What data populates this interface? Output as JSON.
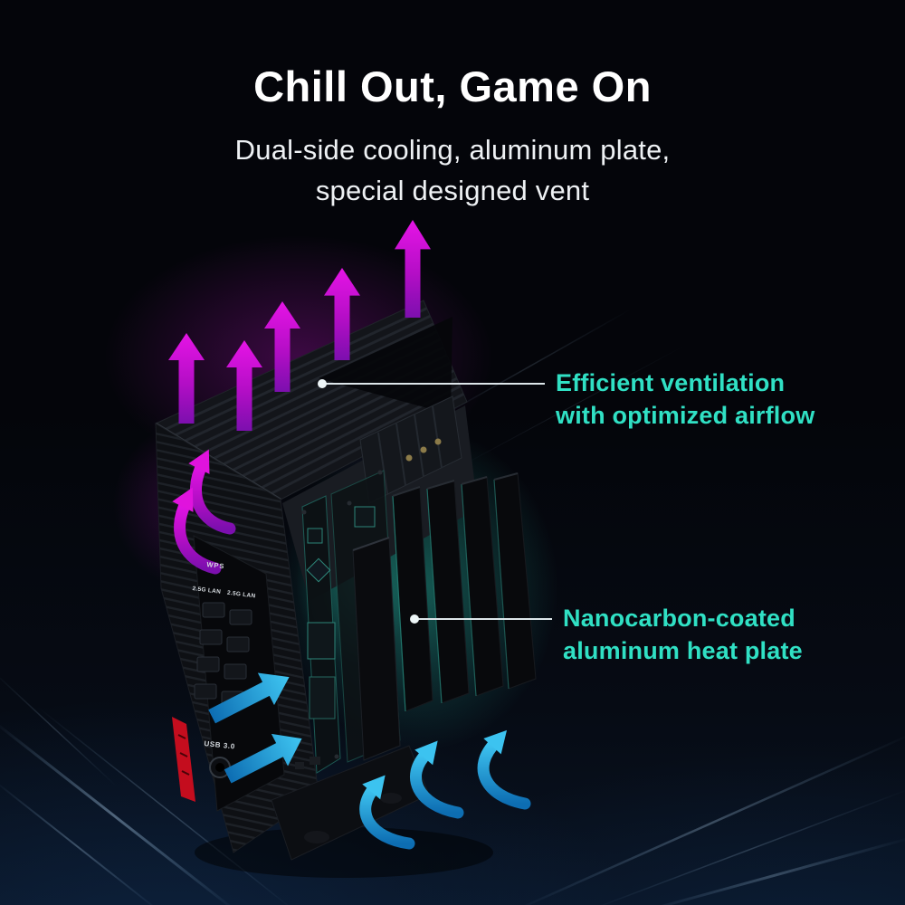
{
  "header": {
    "title": "Chill Out, Game On",
    "subtitle_line1": "Dual-side cooling, aluminum plate,",
    "subtitle_line2": "special designed vent"
  },
  "callouts": [
    {
      "name": "efficient-ventilation",
      "line1": "Efficient ventilation",
      "line2": "with optimized airflow"
    },
    {
      "name": "heat-plate",
      "line1": "Nanocarbon-coated",
      "line2": "aluminum heat plate"
    }
  ],
  "device_labels": {
    "wps": "WPS",
    "lan_left": "2.5G LAN",
    "lan_right": "2.5G LAN",
    "usb": "USB 3.0"
  },
  "colors": {
    "background_top": "#04050a",
    "background_bottom": "#0a1424",
    "title_text": "#ffffff",
    "subtitle_text": "#eef1f4",
    "callout_text": "#30e0c4",
    "arrow_magenta": "#cf0ad1",
    "arrow_blue": "#2ab1ea",
    "accent_red": "#c40d1e"
  }
}
